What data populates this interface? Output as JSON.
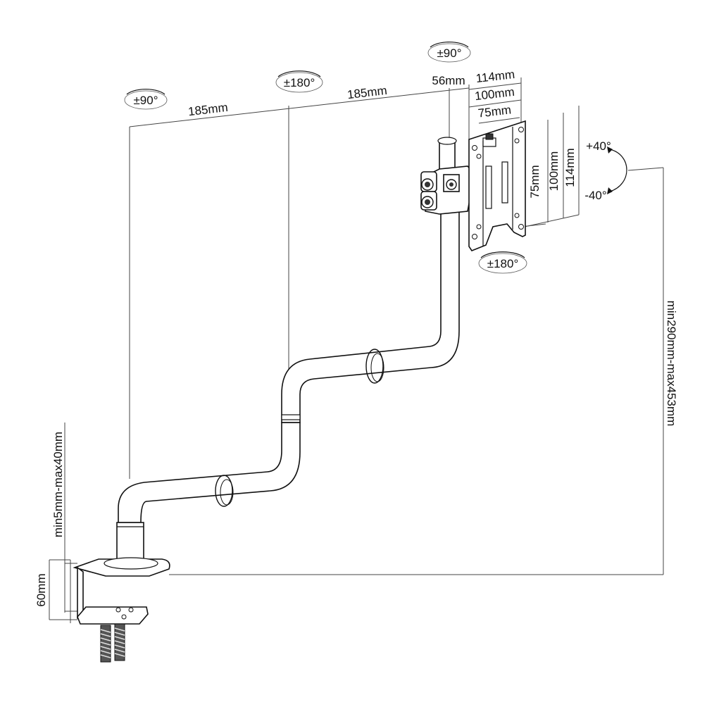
{
  "rotations": {
    "base_swivel": "±90°",
    "mid_swivel": "±180°",
    "head_swivel": "±90°",
    "plate_rotate": "±180°",
    "tilt_up": "+40°",
    "tilt_down": "-40°"
  },
  "dimensions": {
    "arm1_length": "185mm",
    "arm2_length": "185mm",
    "head_offset": "56mm",
    "vesa_h_114": "114mm",
    "vesa_h_100": "100mm",
    "vesa_h_75": "75mm",
    "vesa_v_75": "75mm",
    "vesa_v_100": "100mm",
    "vesa_v_114": "114mm",
    "height_range": "min290mm-max453mm",
    "desk_thickness": "min5mm-max40mm",
    "clamp_height": "60mm"
  }
}
